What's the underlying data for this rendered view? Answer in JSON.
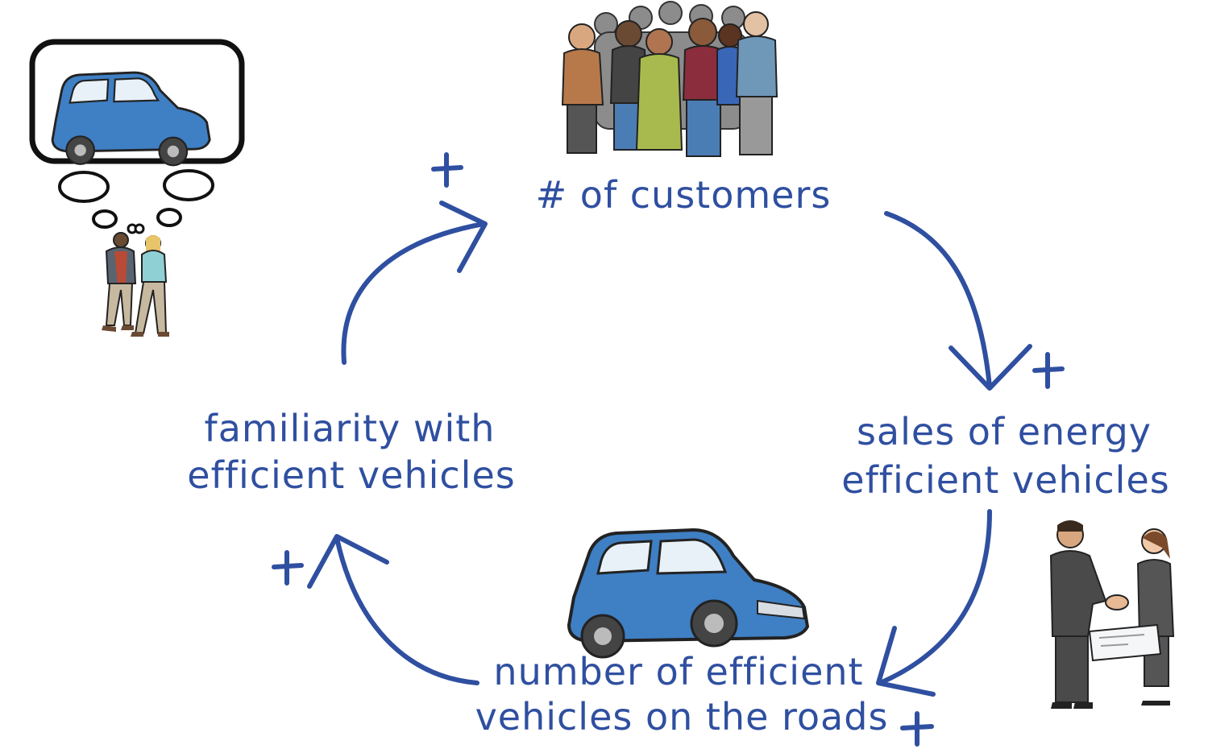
{
  "diagram": {
    "nodes": {
      "customers": "# of customers",
      "sales": [
        "sales of energy",
        "efficient vehicles"
      ],
      "on_roads": [
        "number of efficient",
        "vehicles on the roads"
      ],
      "familiarity": [
        "familiarity with",
        "efficient vehicles"
      ]
    },
    "links": [
      {
        "from": "# of customers",
        "to": "sales of energy efficient vehicles",
        "polarity": "+"
      },
      {
        "from": "sales of energy efficient vehicles",
        "to": "number of efficient vehicles on the roads",
        "polarity": "+"
      },
      {
        "from": "number of efficient vehicles on the roads",
        "to": "familiarity with efficient vehicles",
        "polarity": "+"
      },
      {
        "from": "familiarity with efficient vehicles",
        "to": "# of customers",
        "polarity": "+"
      }
    ]
  },
  "colors": {
    "ink_blue": "#2f4fa0",
    "car_blue": "#3f7fc4",
    "outline": "#222222"
  },
  "illustrations": {
    "thought_bubble": "car-in-thought-bubble",
    "couple": "walking-couple",
    "crowd": "crowd-of-people",
    "car": "blue-hatchback-car",
    "handshake": "business-handshake-with-check"
  }
}
